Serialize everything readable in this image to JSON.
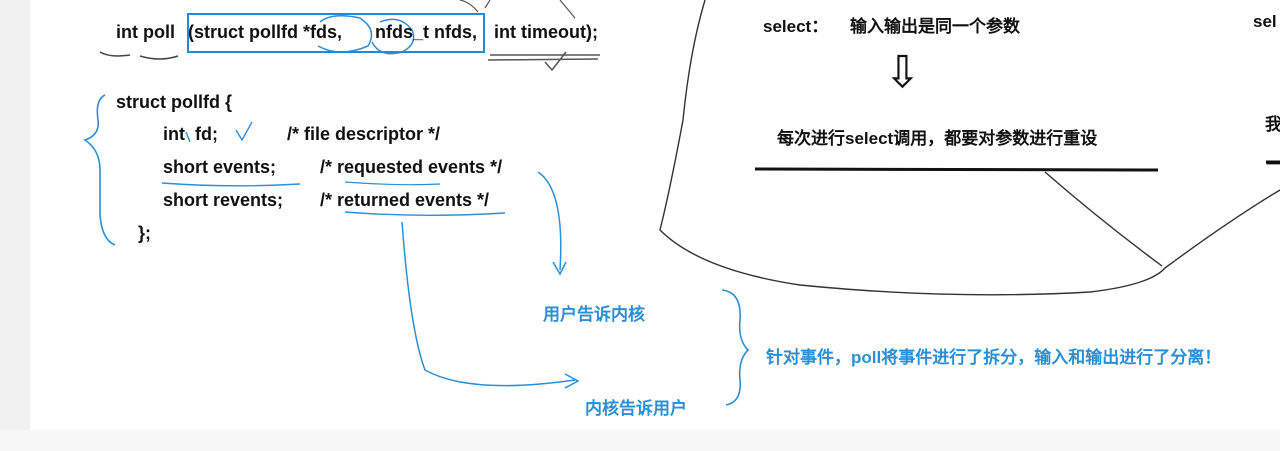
{
  "left_code": {
    "prototype": {
      "prefix": "int poll",
      "open_paren": "(",
      "param1": "struct pollfd *fds,",
      "param2": "nfds_t nfds,",
      "param3": "int timeout);"
    },
    "struct_lines": [
      "struct pollfd {",
      "int  fd;",
      "/* file descriptor */",
      "short events;",
      "/* requested events */",
      "short revents;",
      "/* returned events */",
      "};"
    ]
  },
  "annotations": {
    "user_to_kernel": "用户告诉内核",
    "kernel_to_user": "内核告诉用户",
    "summary": "针对事件，poll将事件进行了拆分，输入和输出进行了分离！"
  },
  "right_notes": {
    "select_label": "select：",
    "select_desc": "输入输出是同一个参数",
    "arrow": "⇩",
    "reset_note": "每次进行select调用，都要对参数进行重设",
    "cut_right_1": "sel",
    "cut_right_2": "我",
    "cut_right_3": "一"
  },
  "colors": {
    "annotation_blue": "#2a8fd6",
    "box_blue": "#1f8ad8",
    "ink": "#333333"
  }
}
